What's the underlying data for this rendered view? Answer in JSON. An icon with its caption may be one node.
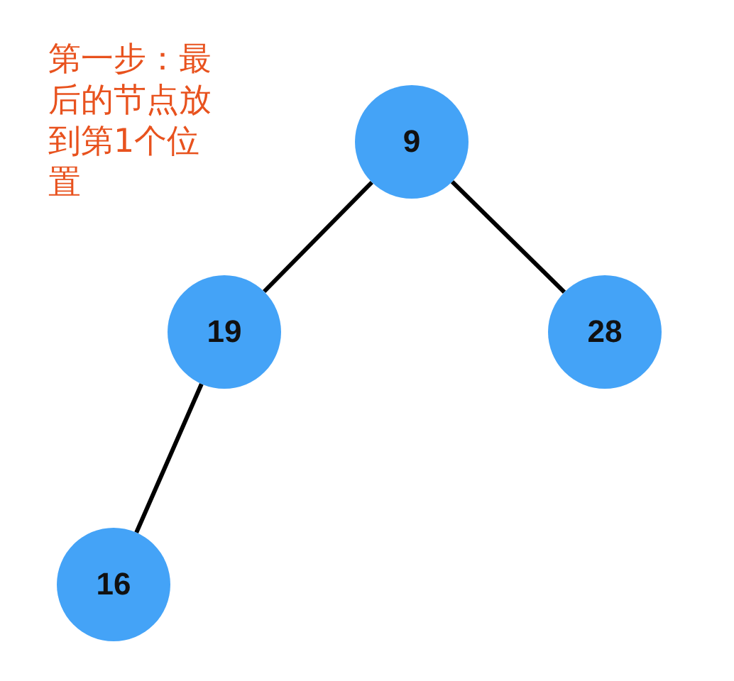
{
  "diagram": {
    "nodes": [
      {
        "text": [
          "9"
        ]
      },
      {
        "text": [
          "19"
        ]
      },
      {
        "text": [
          "28"
        ]
      },
      {
        "text": [
          "16"
        ]
      }
    ],
    "edges": [
      {
        "from": 0,
        "to": 1,
        "arrow": "none"
      },
      {
        "from": 0,
        "to": 2,
        "arrow": "none"
      },
      {
        "from": 1,
        "to": 3,
        "arrow": "none"
      }
    ],
    "labels": [
      "第一步：最后的节点放到第1个位置"
    ]
  }
}
